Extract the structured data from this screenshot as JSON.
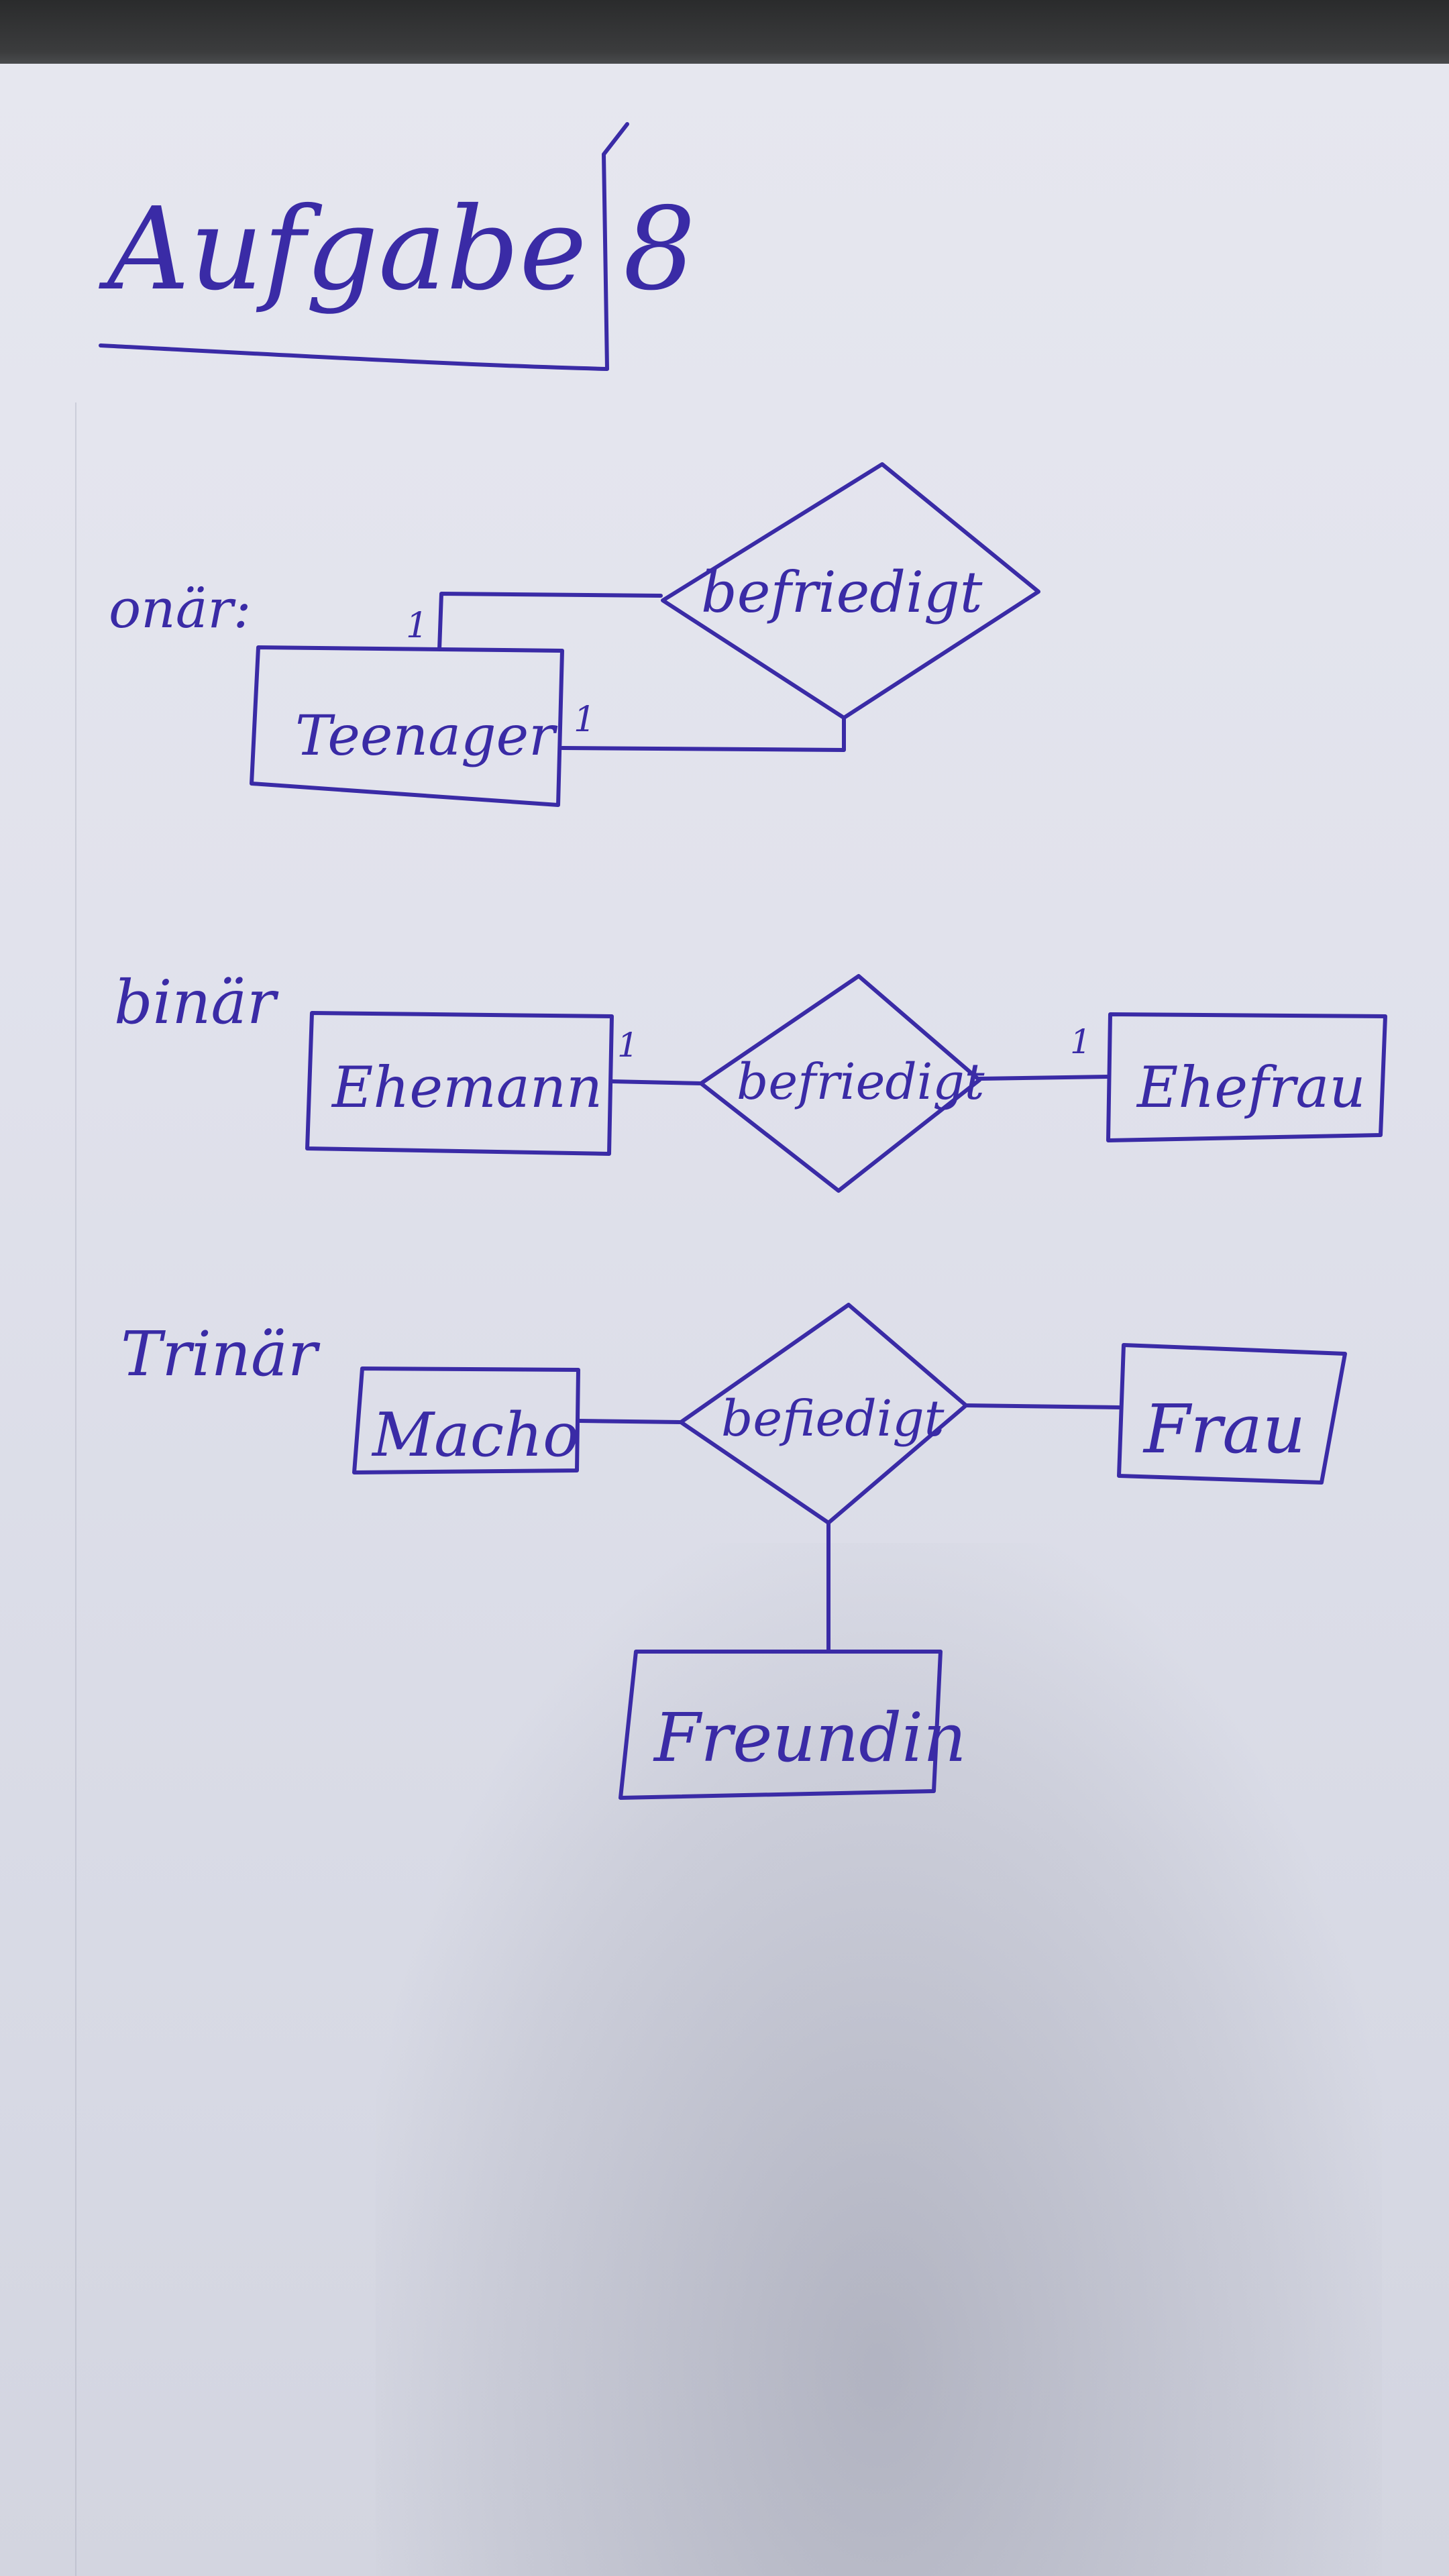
{
  "title": "Aufgabe 8",
  "sections": [
    {
      "label": "onär:",
      "entities": [
        "Teenager"
      ],
      "relationship": "befriedigt",
      "cardinalities": [
        "1",
        "1"
      ]
    },
    {
      "label": "binär",
      "entities": [
        "Ehemann",
        "Ehefrau"
      ],
      "relationship": "befriedigt",
      "cardinalities": [
        "1",
        "1"
      ]
    },
    {
      "label": "Trinär",
      "entities": [
        "Macho",
        "Frau",
        "Freundin"
      ],
      "relationship": "befiedigt",
      "cardinalities": []
    }
  ],
  "colors": {
    "ink": "#3a2ba6",
    "paper": "#e2e3ec",
    "desk": "#2f3031"
  }
}
